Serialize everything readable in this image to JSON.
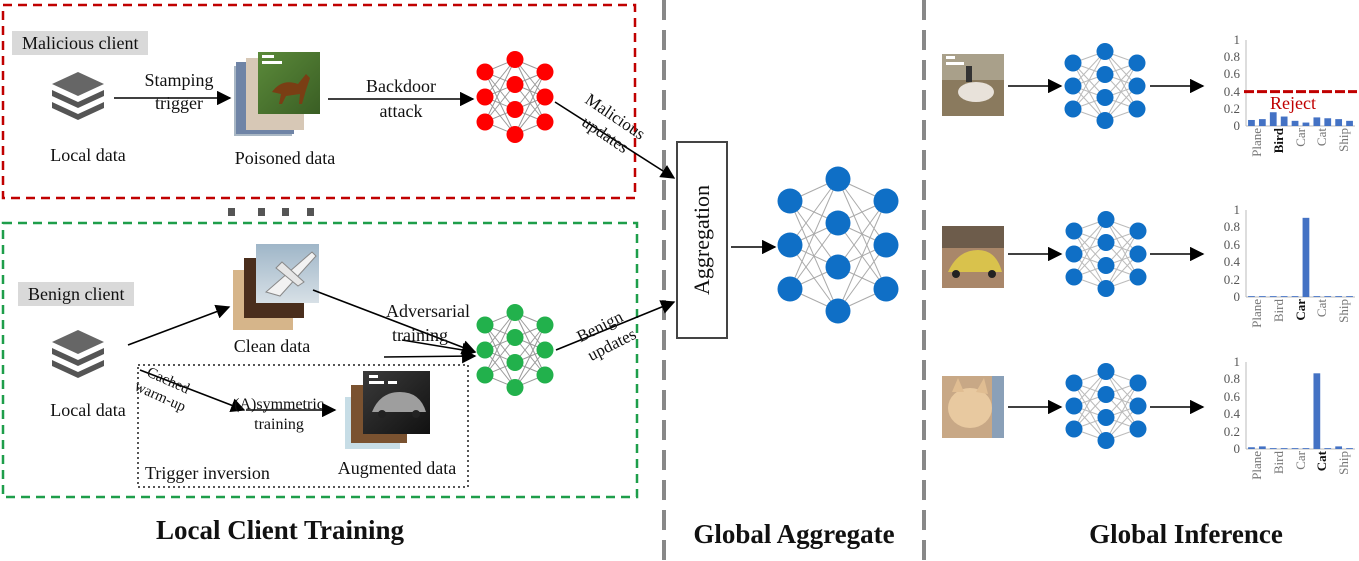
{
  "sections": {
    "local": "Local Client Training",
    "aggregate": "Global Aggregate",
    "inference": "Global Inference"
  },
  "malicious": {
    "tag": "Malicious client",
    "local_data": "Local data",
    "stamping_1": "Stamping",
    "stamping_2": "trigger",
    "poisoned": "Poisoned data",
    "backdoor_1": "Backdoor",
    "backdoor_2": "attack",
    "updates_1": "Malicious",
    "updates_2": "updates"
  },
  "benign": {
    "tag": "Benign client",
    "local_data": "Local data",
    "clean": "Clean data",
    "adv_1": "Adversarial",
    "adv_2": "training",
    "cached_1": "Cached",
    "cached_2": "warm-up",
    "sym_1": "(A)symmetric",
    "sym_2": "training",
    "trigger_inv": "Trigger inversion",
    "augmented": "Augmented data",
    "updates_1": "Benign",
    "updates_2": "updates"
  },
  "aggregation_label": "Aggregation",
  "colors": {
    "malicious_border": "#c00000",
    "benign_border": "#1e9e4a",
    "red_node": "#ff0000",
    "green_node": "#22b14c",
    "blue_node": "#0f6fc6",
    "bar": "#4472c4",
    "threshold": "#c00000"
  },
  "chart_data": [
    {
      "type": "bar",
      "categories": [
        "Plane",
        "Bird",
        "Car",
        "Cat",
        "Ship"
      ],
      "all_values": [
        0.07,
        0.08,
        0.16,
        0.11,
        0.06,
        0.04,
        0.1,
        0.09,
        0.08,
        0.06
      ],
      "highlight": "Bird",
      "yticks": [
        "0",
        "0.2",
        "0.4",
        "0.6",
        "0.8",
        "1"
      ],
      "ylim": [
        0,
        1
      ],
      "threshold": 0.4,
      "threshold_label": "Reject"
    },
    {
      "type": "bar",
      "categories": [
        "Plane",
        "Bird",
        "Car",
        "Cat",
        "Ship"
      ],
      "all_values": [
        0.01,
        0.01,
        0.01,
        0.01,
        0.01,
        0.91,
        0.01,
        0.01,
        0.01,
        0.01
      ],
      "highlight": "Car",
      "yticks": [
        "0",
        "0.2",
        "0.4",
        "0.6",
        "0.8",
        "1"
      ],
      "ylim": [
        0,
        1
      ]
    },
    {
      "type": "bar",
      "categories": [
        "Plane",
        "Bird",
        "Car",
        "Cat",
        "Ship"
      ],
      "all_values": [
        0.02,
        0.03,
        0.01,
        0.01,
        0.01,
        0.01,
        0.87,
        0.01,
        0.03,
        0.01
      ],
      "highlight": "Cat",
      "yticks": [
        "0",
        "0.2",
        "0.4",
        "0.6",
        "0.8",
        "1"
      ],
      "ylim": [
        0,
        1
      ]
    }
  ]
}
